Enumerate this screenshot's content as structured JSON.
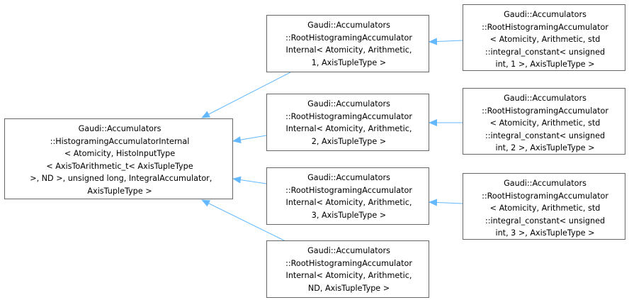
{
  "colors": {
    "edge": "#63b8ff",
    "border": "#666666"
  },
  "nodes": {
    "base": {
      "lines": [
        "Gaudi::Accumulators",
        "::HistogramingAccumulatorInternal",
        "< Atomicity, HistoInputType",
        "< AxisToArithmetic_t< AxisTupleType",
        " >, ND >, unsigned long, IntegralAccumulator,",
        "AxisTupleType >"
      ]
    },
    "mid1": {
      "lines": [
        "Gaudi::Accumulators",
        "::RootHistogramingAccumulator",
        "Internal< Atomicity, Arithmetic,",
        "1, AxisTupleType >"
      ]
    },
    "mid2": {
      "lines": [
        "Gaudi::Accumulators",
        "::RootHistogramingAccumulator",
        "Internal< Atomicity, Arithmetic,",
        "2, AxisTupleType >"
      ]
    },
    "mid3": {
      "lines": [
        "Gaudi::Accumulators",
        "::RootHistogramingAccumulator",
        "Internal< Atomicity, Arithmetic,",
        "3, AxisTupleType >"
      ]
    },
    "mid4": {
      "lines": [
        "Gaudi::Accumulators",
        "::RootHistogramingAccumulator",
        "Internal< Atomicity, Arithmetic,",
        "ND, AxisTupleType >"
      ]
    },
    "right1": {
      "lines": [
        "Gaudi::Accumulators",
        "::RootHistogramingAccumulator",
        "< Atomicity, Arithmetic, std",
        "::integral_constant< unsigned",
        "int, 1 >, AxisTupleType >"
      ]
    },
    "right2": {
      "lines": [
        "Gaudi::Accumulators",
        "::RootHistogramingAccumulator",
        "< Atomicity, Arithmetic, std",
        "::integral_constant< unsigned",
        "int, 2 >, AxisTupleType >"
      ]
    },
    "right3": {
      "lines": [
        "Gaudi::Accumulators",
        "::RootHistogramingAccumulator",
        "< Atomicity, Arithmetic, std",
        "::integral_constant< unsigned",
        "int, 3 >, AxisTupleType >"
      ]
    }
  }
}
